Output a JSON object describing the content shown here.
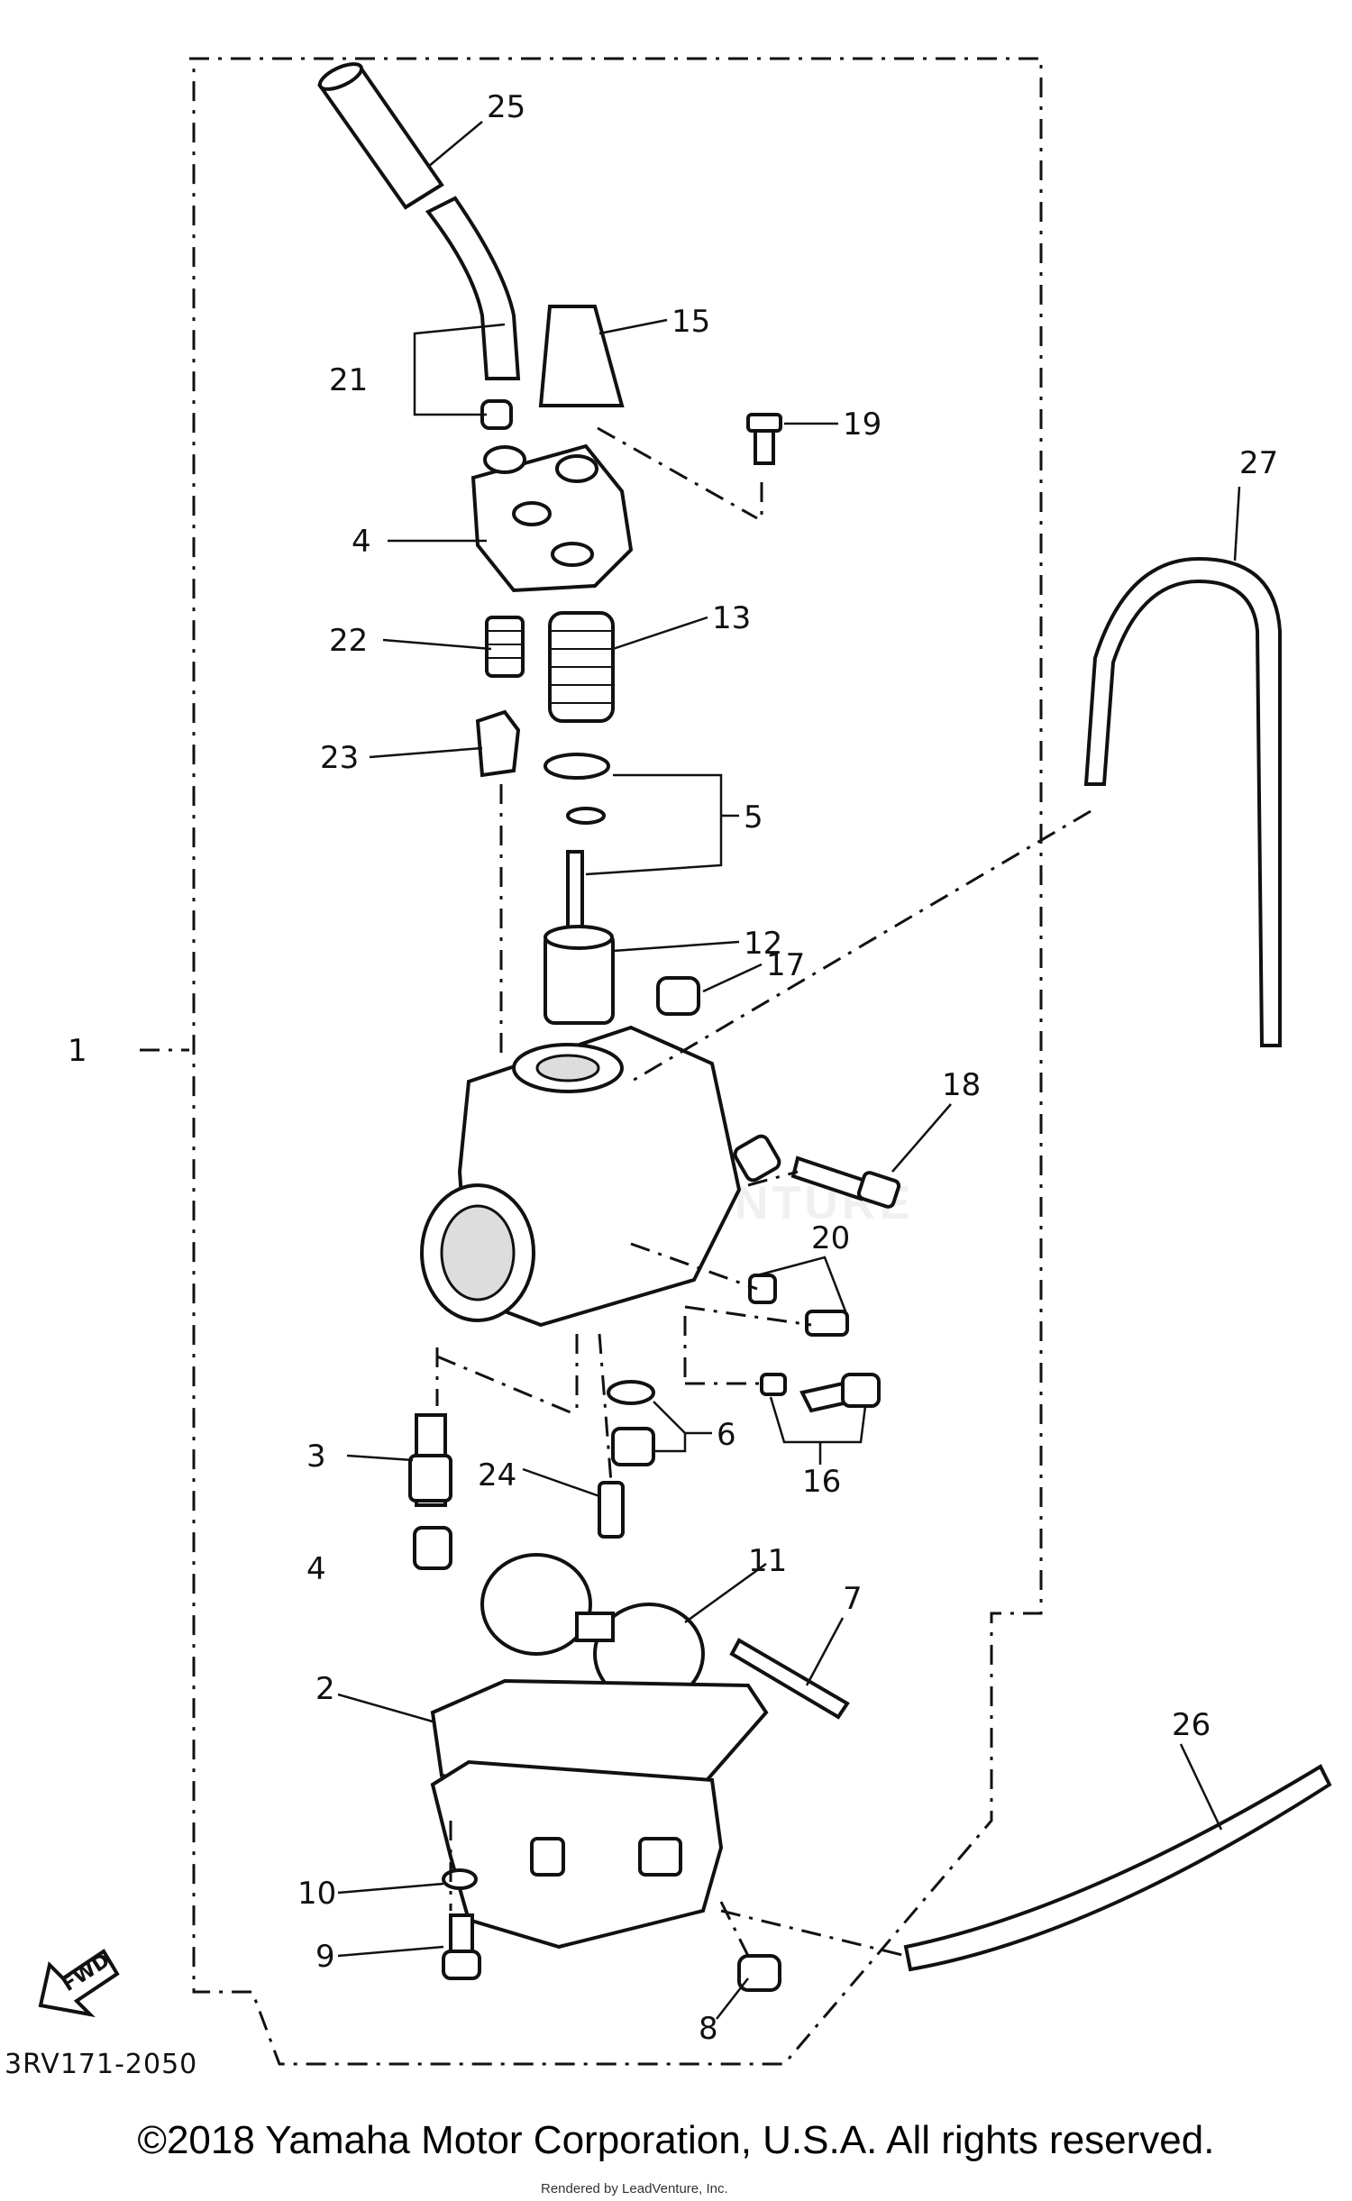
{
  "diagram": {
    "drawing_code": "3RV171-2050",
    "fwd_label": "FWD",
    "callouts": [
      "25",
      "15",
      "21",
      "19",
      "4",
      "27",
      "22",
      "13",
      "23",
      "5",
      "12",
      "17",
      "1",
      "18",
      "20",
      "6",
      "16",
      "3",
      "24",
      "4",
      "11",
      "7",
      "2",
      "26",
      "10",
      "9",
      "8"
    ]
  },
  "footer": {
    "copyright": "©2018 Yamaha Motor Corporation, U.S.A. All rights reserved.",
    "credit": "Rendered by LeadVenture, Inc."
  },
  "watermark": "LEADVENTURE"
}
